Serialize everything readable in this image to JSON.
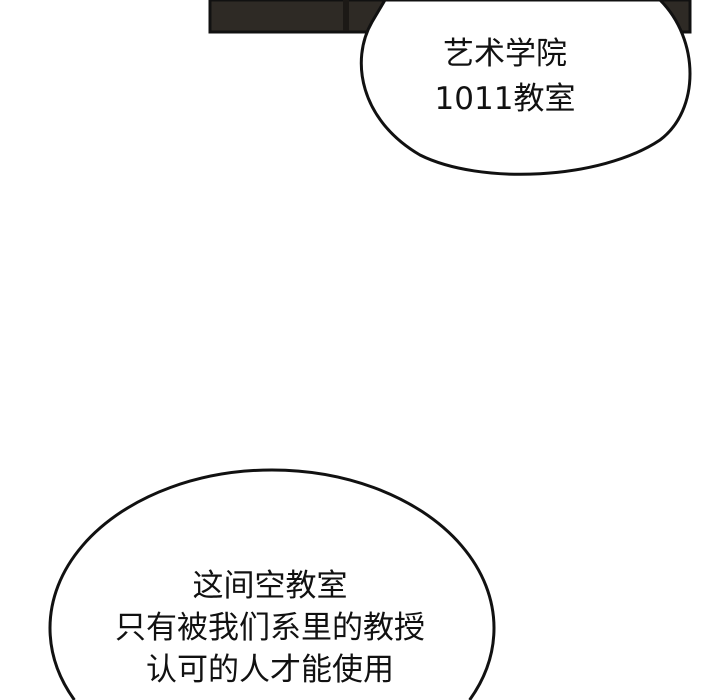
{
  "panel_top": {
    "bubble_lines": [
      "艺术学院",
      "1011教室"
    ]
  },
  "panel_bottom": {
    "bubble_lines": [
      "这间空教室",
      "只有被我们系里的教授",
      "认可的人才能使用"
    ]
  },
  "colors": {
    "dark_panel": "#2e2a25",
    "outline": "#111111"
  }
}
